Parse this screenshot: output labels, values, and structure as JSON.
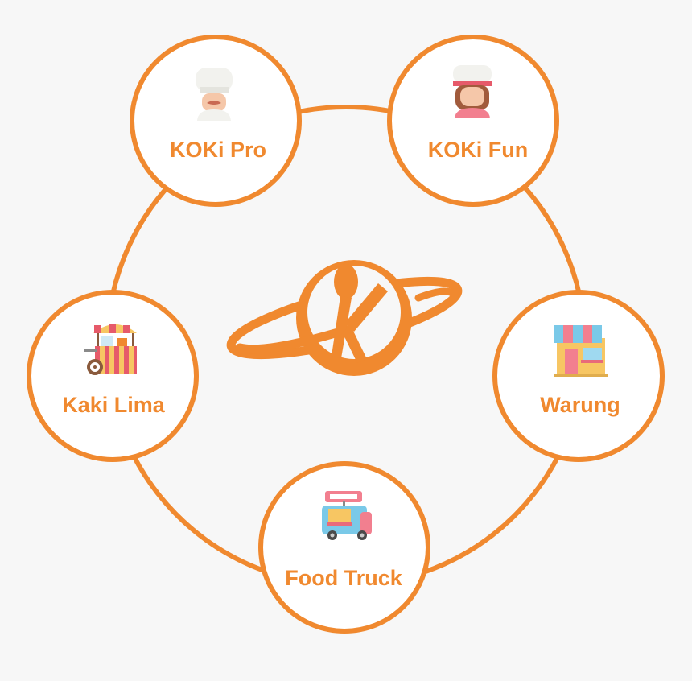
{
  "colors": {
    "accent": "#f0892f",
    "node_fill": "#ffffff",
    "background": "#f7f7f7"
  },
  "center_logo": {
    "icon": "koki-planet-logo"
  },
  "nodes": [
    {
      "id": "koki-pro",
      "label": "KOKi Pro",
      "icon": "chef-man-icon"
    },
    {
      "id": "koki-fun",
      "label": "KOKi Fun",
      "icon": "chef-woman-icon"
    },
    {
      "id": "warung",
      "label": "Warung",
      "icon": "shop-stall-icon"
    },
    {
      "id": "food-truck",
      "label": "Food Truck",
      "icon": "food-truck-icon"
    },
    {
      "id": "kaki-lima",
      "label": "Kaki Lima",
      "icon": "food-cart-icon"
    }
  ]
}
